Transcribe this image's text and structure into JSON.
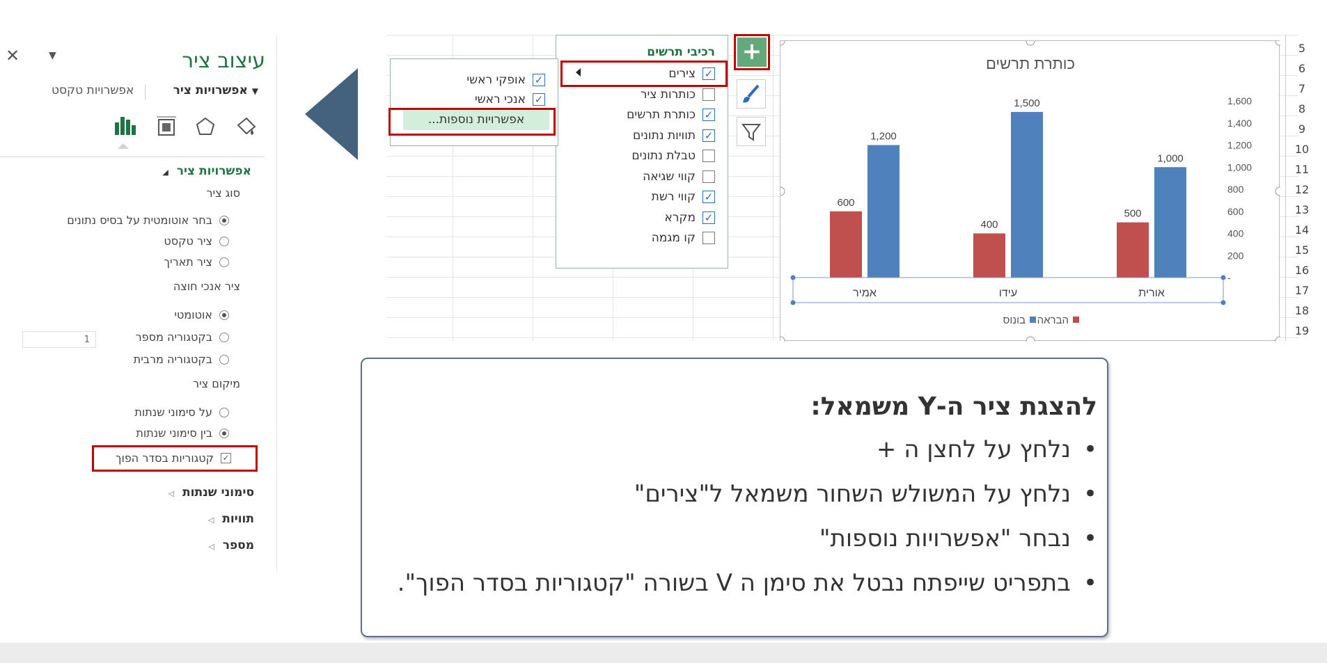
{
  "pane": {
    "title": "עיצוב ציר",
    "tab_chart_options": "אפשרויות ציר",
    "tab_text_options": "אפשרויות טקסט",
    "section_axis_options": "אפשרויות ציר",
    "axis_type_label": "סוג ציר",
    "axis_type_auto": "בחר אוטומטית על בסיס נתונים",
    "axis_type_text": "ציר טקסט",
    "axis_type_date": "ציר תאריך",
    "vertical_crosses_label": "ציר אנכי חוצה",
    "crosses_auto": "אוטומטי",
    "crosses_at_category": "בקטגוריה מספר",
    "crosses_at_category_value": "1",
    "crosses_at_max": "בקטגוריה מרבית",
    "axis_position_label": "מיקום ציר",
    "position_on_ticks": "על סימוני שנתות",
    "position_between_ticks": "בין סימוני שנתות",
    "reverse_order": "קטגוריות בסדר הפוך",
    "collapsed_tick_marks": "סימוני שנתות",
    "collapsed_labels": "תוויות",
    "collapsed_number": "מספר"
  },
  "row_numbers": [
    "5",
    "6",
    "7",
    "8",
    "9",
    "10",
    "11",
    "12",
    "13",
    "14",
    "15",
    "16",
    "17",
    "18",
    "19"
  ],
  "chart_elements": {
    "title": "רכיבי תרשים",
    "items": [
      {
        "label": "צירים",
        "checked": true
      },
      {
        "label": "כותרות ציר",
        "checked": false
      },
      {
        "label": "כותרת תרשים",
        "checked": true
      },
      {
        "label": "תוויות נתונים",
        "checked": true
      },
      {
        "label": "טבלת נתונים",
        "checked": false
      },
      {
        "label": "קווי שגיאה",
        "checked": false
      },
      {
        "label": "קווי רשת",
        "checked": true
      },
      {
        "label": "מקרא",
        "checked": true
      },
      {
        "label": "קו מגמה",
        "checked": false
      }
    ],
    "submenu": {
      "primary_horizontal": "אופקי ראשי",
      "primary_vertical": "אנכי ראשי",
      "more_options": "אפשרויות נוספות..."
    },
    "plus_symbol": "+"
  },
  "chart_data": {
    "type": "bar",
    "title": "כותרת תרשים",
    "categories": [
      "אורית",
      "עידו",
      "אמיר"
    ],
    "series": [
      {
        "name": "הבראה",
        "color": "#c0504d",
        "values": [
          500,
          400,
          600
        ]
      },
      {
        "name": "בונוס",
        "color": "#4f81bd",
        "values": [
          1000,
          1500,
          1200
        ]
      }
    ],
    "y_ticks": [
      "-",
      "200",
      "400",
      "600",
      "800",
      "1,000",
      "1,200",
      "1,400",
      "1,600"
    ],
    "ylim": [
      0,
      1600
    ],
    "y_axis_side": "right",
    "data_labels": {
      "הבראה": [
        "500",
        "400",
        "600"
      ],
      "בונוס": [
        "1,000",
        "1,500",
        "1,200"
      ]
    },
    "legend_position": "bottom",
    "gridlines": false
  },
  "callout": {
    "title": "להצגת ציר ה-Y משמאל:",
    "bullets": [
      "נלחץ על לחצן ה +",
      "נלחץ על המשולש השחור משמאל ל\"צירים\"",
      "נבחר \"אפשרויות נוספות\"",
      "בתפריט שייפתח נבטל את סימן ה V בשורה \"קטגוריות בסדר הפוך\"."
    ]
  }
}
